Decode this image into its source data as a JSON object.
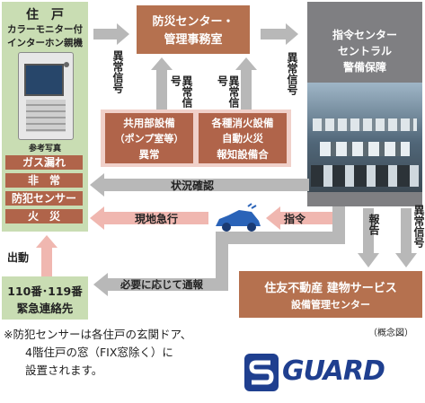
{
  "resident": {
    "title": "住　戸",
    "subtitle1": "カラーモニター付",
    "subtitle2": "インターホン親機",
    "photo_caption": "参考写真",
    "items": [
      "ガス漏れ",
      "非　常",
      "防犯センサー",
      "火　災"
    ]
  },
  "center": {
    "line1": "防災センター・",
    "line2": "管理事務室"
  },
  "command": {
    "line1": "指令センター",
    "line2": "セントラル",
    "line3": "警備保障"
  },
  "facilities": {
    "common_1": "共用部設備",
    "common_2": "（ポンプ室等）",
    "common_3": "異常",
    "fire_1": "各種消火設備",
    "fire_2": "自動火災",
    "fire_3": "報知設備合"
  },
  "labels": {
    "abnormal_signal": "異常信号",
    "status_check": "状況確認",
    "rush": "現地急行",
    "order": "指令",
    "report": "報告",
    "dispatch": "出動",
    "notify_if_needed": "必要に応じて通報"
  },
  "emergency": {
    "line1": "110番･119番",
    "line2": "緊急連絡先"
  },
  "sumitomo": {
    "line1": "住友不動産 建物サービス",
    "line2": "設備管理センター"
  },
  "concept": "（概念図）",
  "note": {
    "line1": "※防犯センサーは各住戸の玄関ドア、",
    "line2": "4階住戸の窓（FIX窓除く）に",
    "line3": "設置されます。"
  },
  "logo_text": "SGUARD",
  "colors": {
    "green": "#c9ddb3",
    "brown": "#b5714f",
    "pink": "#f0d0c9",
    "gray": "#b8b8b8",
    "blue": "#1f3f8f"
  }
}
